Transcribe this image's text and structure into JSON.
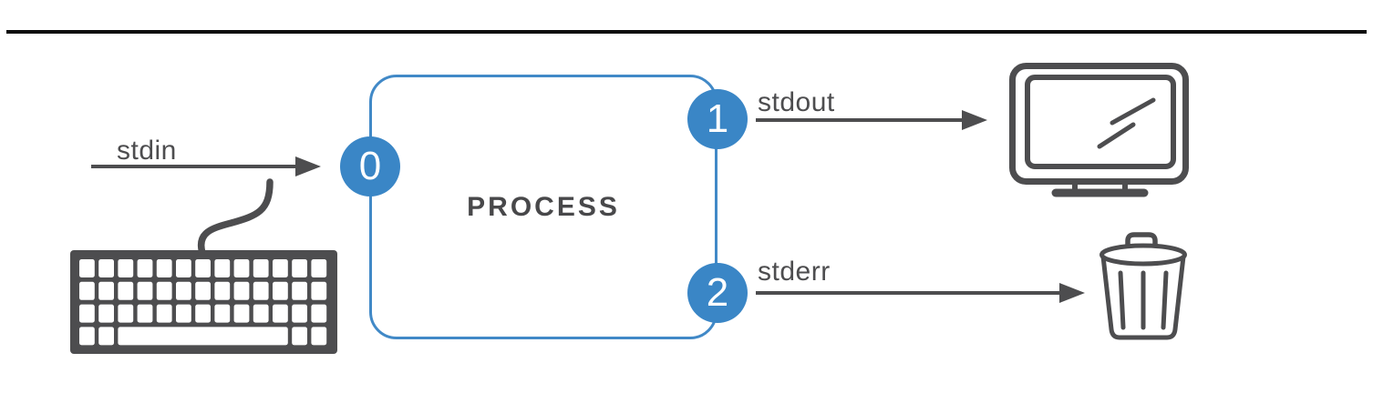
{
  "colors": {
    "accent_blue": "#3a86c6",
    "box_border_blue": "#4189c7",
    "ink_gray": "#4d4d4f",
    "divider_black": "#0c0c0c"
  },
  "process_box": {
    "label": "PROCESS"
  },
  "streams": [
    {
      "fd": "0",
      "label": "stdin",
      "direction": "in",
      "device_icon": "keyboard-icon"
    },
    {
      "fd": "1",
      "label": "stdout",
      "direction": "out",
      "device_icon": "monitor-icon"
    },
    {
      "fd": "2",
      "label": "stderr",
      "direction": "out",
      "device_icon": "trash-icon"
    }
  ]
}
